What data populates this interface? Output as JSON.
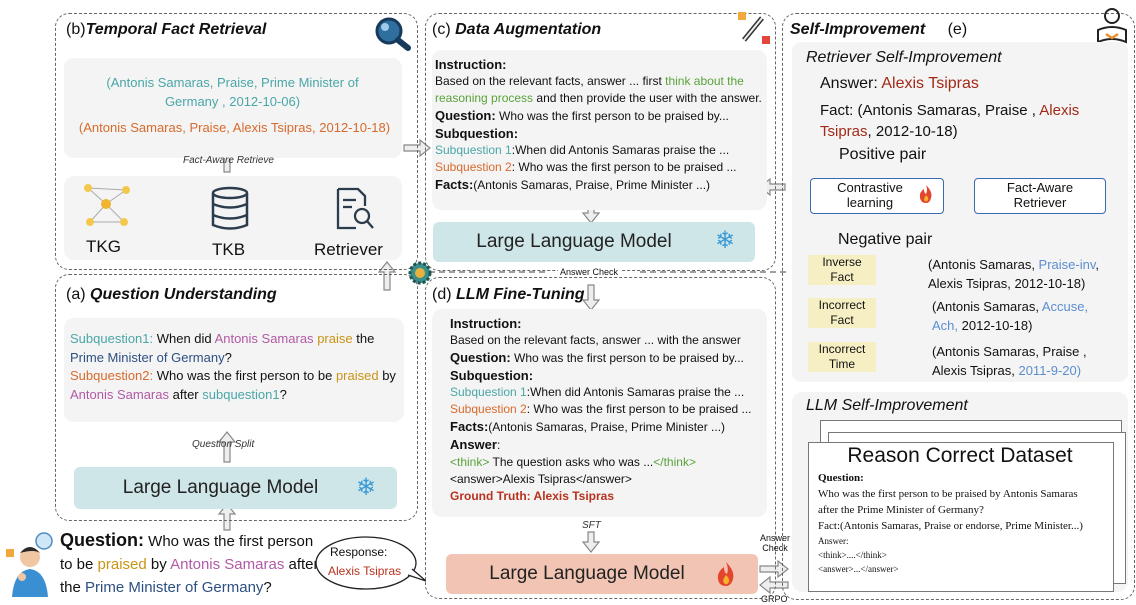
{
  "panel_b": {
    "title": "Temporal Fact Retrieval",
    "tag": "(b)",
    "fact1": "(Antonis Samaras, Praise, Prime Minister of Germany , 2012-10-06)",
    "fact2": "(Antonis Samaras, Praise, Alexis Tsipras, 2012-10-18)",
    "retrieve_label": "Fact-Aware Retrieve",
    "tkg": "TKG",
    "tkb": "TKB",
    "retriever": "Retriever"
  },
  "panel_a": {
    "tag": "(a)",
    "title": "Question Understanding",
    "sq1_label": "Subquestion1:",
    "sq1_t1": " When did ",
    "sq1_entity": "Antonis Samaras",
    "sq1_verb": "praise",
    "sq1_t2": " the ",
    "sq1_obj": "Prime Minister of Germany",
    "sq1_end": "?",
    "sq2_label": "Subquestion2:",
    "sq2_t1": " Who was the first person to be ",
    "sq2_verb": "praised",
    "sq2_t2": " by ",
    "sq2_entity": "Antonis Samaras",
    "sq2_t3": " after ",
    "sq2_ref": "subquestion1",
    "sq2_end": "?",
    "split_label": "Question Split",
    "llm": "Large Language Model"
  },
  "question": {
    "label": "Question:",
    "t1": " Who was the first person",
    "t2": "to be ",
    "verb": "praised",
    "t3": " by ",
    "entity": "Antonis Samaras",
    "t4": " after",
    "t5": "the ",
    "obj": "Prime Minister of Germany",
    "end": "?"
  },
  "response": {
    "label": "Response:",
    "value": "Alexis Tsipras"
  },
  "panel_c": {
    "tag": "(c)",
    "title": "Data Augmentation",
    "instruction": "Instruction:",
    "inst_t1": "Based on the relevant facts, answer ...  first ",
    "inst_green": "think about the reasoning process",
    "inst_t2": " and then provide the user with the answer.",
    "question_label": "Question:",
    "question_text": " Who was the first person to be praised by...",
    "subq_label": "Subquestion:",
    "sq1_label": "Subquestion 1",
    "sq1_text": ":When did Antonis Samaras praise the ...",
    "sq2_label": "Subquestion 2",
    "sq2_text": ": Who was the first person to be praised ...",
    "facts_label": "Facts:",
    "facts_text": "(Antonis Samaras, Praise, Prime Minister ...)",
    "llm": "Large Language Model",
    "answer_check": "Answer Check"
  },
  "panel_d": {
    "tag": "(d)",
    "title": "LLM Fine-Tuning",
    "instruction": "Instruction:",
    "inst_text": "Based on the relevant facts, answer ...  with the answer",
    "question_label": "Question:",
    "question_text": " Who was the first person to be praised by...",
    "subq_label": "Subquestion:",
    "sq1_label": "Subquestion 1",
    "sq1_text": ":When did Antonis Samaras praise the ...",
    "sq2_label": "Subquestion 2",
    "sq2_text": ": Who was the first person to be praised ...",
    "facts_label": "Facts:",
    "facts_text": "(Antonis Samaras, Praise, Prime Minister ...)",
    "answer_label": "Answer",
    "answer_colon": ":",
    "think_open": "<think>",
    "think_text": " The question asks who was ...",
    "think_close": "</think>",
    "answer_tag": "<answer>Alexis Tsipras</answer>",
    "gt_label": "Ground Truth: Alexis Tsipras",
    "sft": "SFT",
    "llm": "Large Language Model",
    "answer_check": "Answer\nCheck",
    "grpo": "GRPO"
  },
  "panel_e": {
    "title": "Self-Improvement",
    "tag": "(e)",
    "retriever_title": "Retriever Self-Improvement",
    "answer_label": "Answer: ",
    "answer_value": "Alexis Tsipras",
    "fact_t1": "Fact: (Antonis Samaras, Praise , ",
    "fact_red1": "Alexis",
    "fact_red2": "Tsipras",
    "fact_t2": ", 2012-10-18)",
    "positive": "Positive pair",
    "contrastive": "Contrastive learning",
    "fact_aware": "Fact-Aware Retriever",
    "negative": "Negative pair",
    "neg": [
      {
        "label": "Inverse Fact",
        "t1": "(Antonis Samaras, ",
        "blue": "Praise-inv",
        "t2": ",",
        "line2": "Alexis Tsipras, 2012-10-18)"
      },
      {
        "label": "Incorrect Fact",
        "t1": "(Antonis Samaras, ",
        "blue": "Accuse,",
        "line2a_blue": "Ach,",
        "line2b": " 2012-10-18)"
      },
      {
        "label": "Incorrect Time",
        "t1": "(Antonis Samaras, Praise ,",
        "line2": "Alexis Tsipras, ",
        "blue2": "2011-9-20)"
      }
    ],
    "llm_title": "LLM Self-Improvement",
    "dataset_title": "Reason Correct Dataset",
    "ds_question": "Question:",
    "ds_q1": "Who was the first person to be praised by Antonis Samaras",
    "ds_q2": "after the Prime Minister of Germany?",
    "ds_fact": "Fact:(Antonis Samaras, Praise or endorse, Prime Minister...)",
    "ds_answer": "Answer:",
    "ds_think": "<think>....</think>",
    "ds_ans": "<answer>...</answer>"
  },
  "colors": {
    "llm_blue": "#cfe6e9",
    "llm_red": "#f2c4b3",
    "neg_yellow": "#f7efc4",
    "teal": "#4aa6a8",
    "orange": "#d76a2c",
    "pink": "#b15aa6",
    "gold": "#c99416",
    "navy": "#2d4f83",
    "green": "#5aa23a",
    "red": "#b8321e"
  },
  "icons": [
    "search-icon",
    "pencil-icon",
    "reader-icon",
    "graph-icon",
    "database-icon",
    "document-search-icon",
    "snowflake-icon",
    "fire-icon",
    "gear-icon",
    "thinking-person-icon",
    "arrow-icon"
  ]
}
